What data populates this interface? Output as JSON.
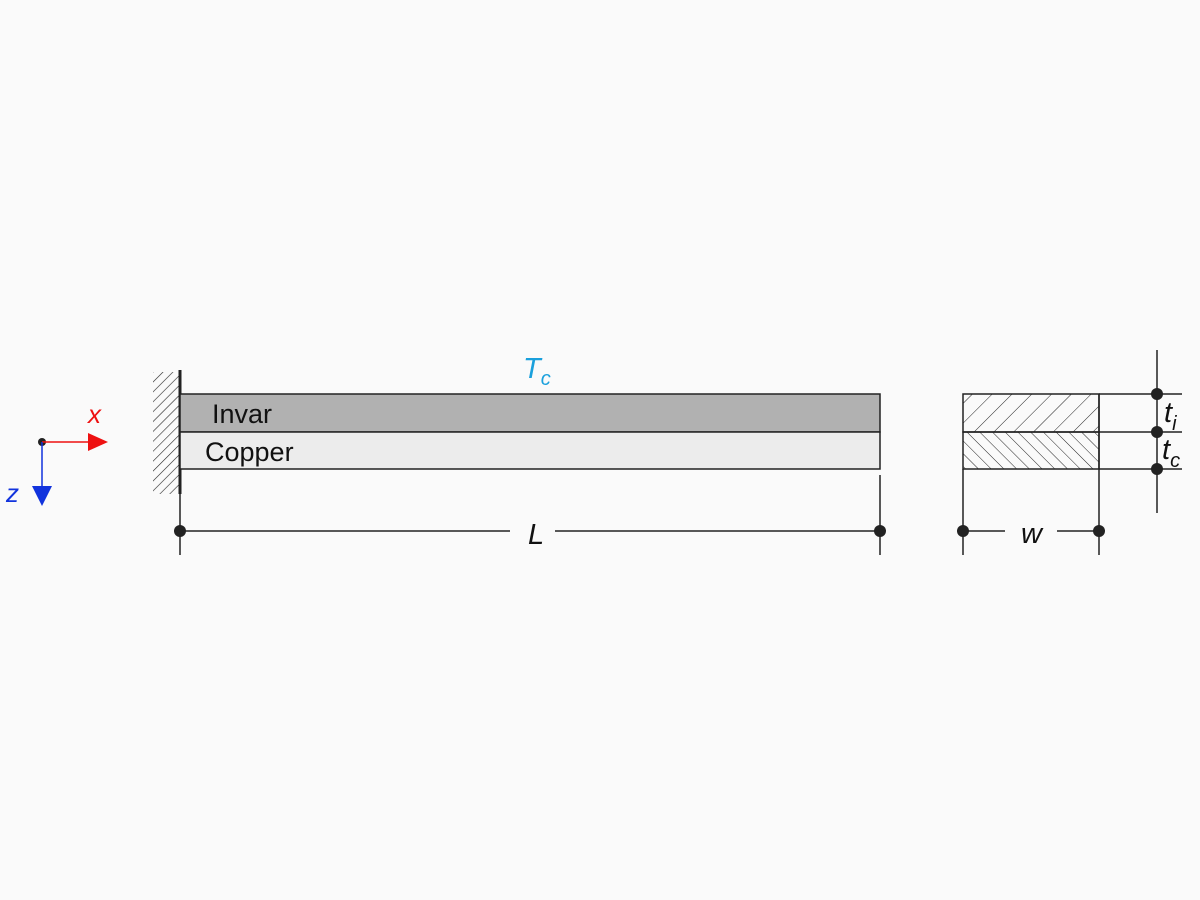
{
  "beam": {
    "layers": [
      {
        "label": "Invar",
        "color": "#b1b1b1"
      },
      {
        "label": "Copper",
        "color": "#ececec"
      }
    ],
    "temperature": {
      "symbol": "T",
      "subscript": "c",
      "color": "#1aa0dc"
    },
    "length_label": "L"
  },
  "axes": {
    "x": {
      "label": "x",
      "color": "#ee1111"
    },
    "z": {
      "label": "z",
      "color": "#1133dd"
    }
  },
  "cross_section": {
    "width_label": "w",
    "invar_thickness": {
      "symbol": "t",
      "subscript": "i"
    },
    "copper_thickness": {
      "symbol": "t",
      "subscript": "c"
    }
  }
}
